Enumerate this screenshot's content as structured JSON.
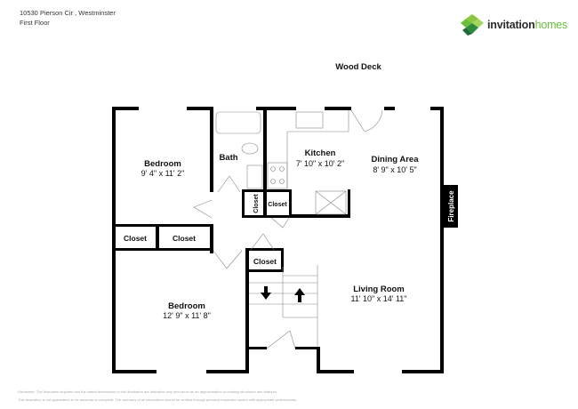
{
  "header": {
    "address": "10530 Pierson Cir , Westminster",
    "floor": "First Floor"
  },
  "logo": {
    "word1": "invitation",
    "word2": "homes",
    "colors": [
      "#6bbf3a",
      "#2e8b3a",
      "#1f6b3a"
    ]
  },
  "floorplan": {
    "outside_label": "Wood Deck",
    "rooms": {
      "bedroom1": {
        "name": "Bedroom",
        "dims": "9' 4\" x 11' 2\""
      },
      "bath": {
        "name": "Bath"
      },
      "kitchen": {
        "name": "Kitchen",
        "dims": "7' 10\" x 10' 2\""
      },
      "dining": {
        "name": "Dining Area",
        "dims": "8' 9\" x 10' 5\""
      },
      "closet_a": {
        "name": "Closet"
      },
      "closet_b": {
        "name": "Closet"
      },
      "closet_c": {
        "name": "Closet"
      },
      "closet_d": {
        "name": "Closet"
      },
      "closet_e": {
        "name": "Closet"
      },
      "bedroom2": {
        "name": "Bedroom",
        "dims": "12' 9\" x 11' 8\""
      },
      "living": {
        "name": "Living Room",
        "dims": "11' 10\" x 14' 11\""
      },
      "fireplace": {
        "name": "Fireplace"
      }
    }
  },
  "disclaimer": {
    "line1": "Disclaimer: The floorplans depicted and the stated dimensions in this illustration are indicative only and serve as an approximation of existing structures and features.",
    "line2": "This illustration is not guaranteed to be accurate or complete. The accuracy of all information should be verified through personal inspection and/or with appropriate professionals."
  }
}
